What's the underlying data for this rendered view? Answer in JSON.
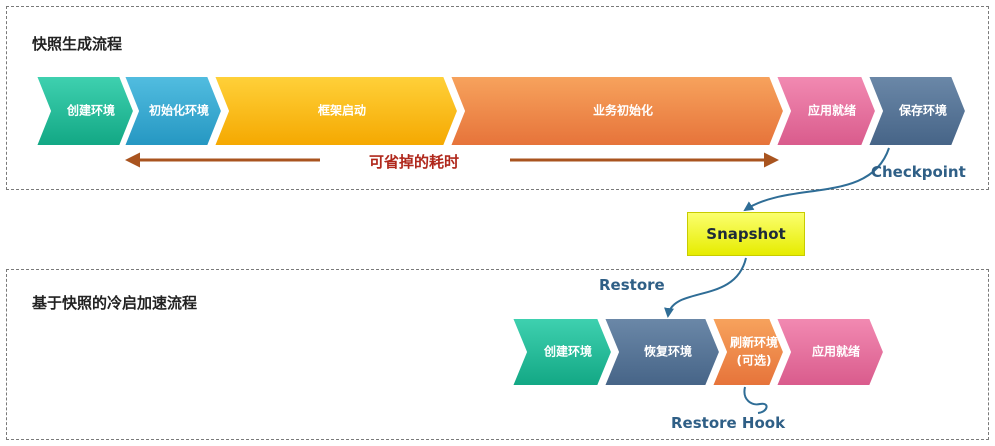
{
  "top": {
    "title": "快照生成流程",
    "steps": [
      {
        "label": "创建环境",
        "color1": "#3fd1b0",
        "color2": "#12a784"
      },
      {
        "label": "初始化环境",
        "color1": "#52bde0",
        "color2": "#2597c2"
      },
      {
        "label": "框架启动",
        "color1": "#ffd13a",
        "color2": "#f5a800"
      },
      {
        "label": "业务初始化",
        "color1": "#f7a35d",
        "color2": "#e6733a"
      },
      {
        "label": "应用就绪",
        "color1": "#f28ab2",
        "color2": "#d95b8c"
      },
      {
        "label": "保存环境",
        "color1": "#6b88a8",
        "color2": "#466487"
      }
    ],
    "saved_time_label": "可省掉的耗时"
  },
  "checkpoint_label": "Checkpoint",
  "snapshot_label": "Snapshot",
  "restore_label": "Restore",
  "bottom": {
    "title": "基于快照的冷启加速流程",
    "steps": [
      {
        "label": "创建环境",
        "color1": "#3fd1b0",
        "color2": "#12a784"
      },
      {
        "label": "恢复环境",
        "color1": "#6b88a8",
        "color2": "#466487"
      },
      {
        "label": "刷新环境",
        "sublabel": "(可选)",
        "color1": "#f7a35d",
        "color2": "#e6733a"
      },
      {
        "label": "应用就绪",
        "color1": "#f28ab2",
        "color2": "#d95b8c"
      }
    ]
  },
  "restore_hook_label": "Restore Hook",
  "colors": {
    "arrow_brown": "#a9541f",
    "arrow_blue": "#2f6d96"
  }
}
